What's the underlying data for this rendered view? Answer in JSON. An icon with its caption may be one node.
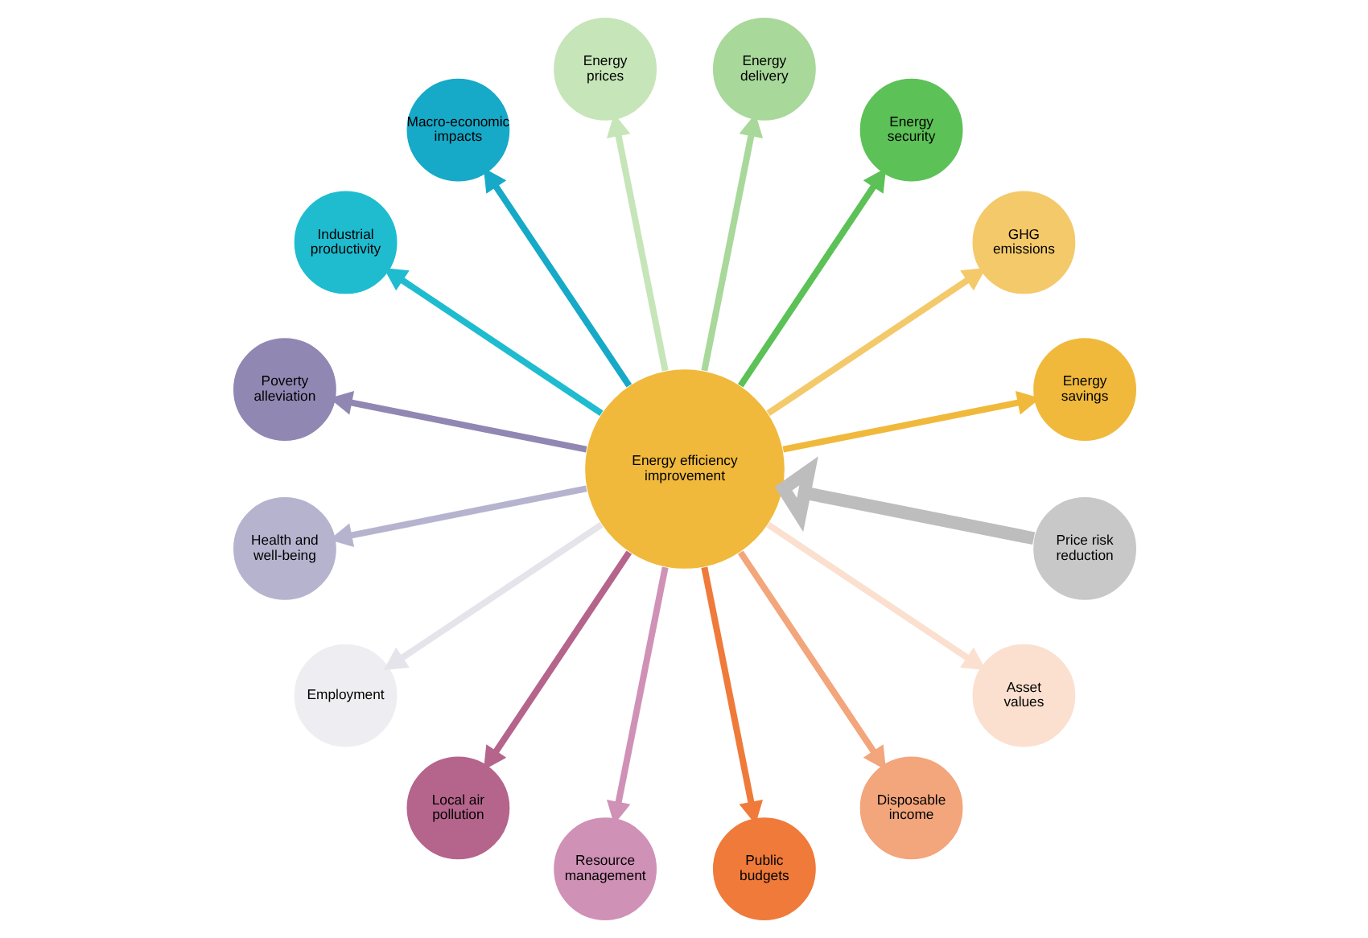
{
  "diagram": {
    "nodes": [
      {
        "text": [
          "Energy efficiency improvement"
        ]
      },
      {
        "text": [
          "Energy savings"
        ]
      },
      {
        "text": [
          "GHG emissions"
        ]
      },
      {
        "text": [
          "Energy security"
        ]
      },
      {
        "text": [
          "Energy delivery"
        ]
      },
      {
        "text": [
          "Energy prices"
        ]
      },
      {
        "text": [
          "Macro-economic impacts"
        ]
      },
      {
        "text": [
          "Industrial productivity"
        ]
      },
      {
        "text": [
          "Poverty alleviation"
        ]
      },
      {
        "text": [
          "Health and well-being"
        ]
      },
      {
        "text": [
          "Employment"
        ]
      },
      {
        "text": [
          "Local air pollution"
        ]
      },
      {
        "text": [
          "Resource management"
        ]
      },
      {
        "text": [
          "Public budgets"
        ]
      },
      {
        "text": [
          "Disposable income"
        ]
      },
      {
        "text": [
          "Asset values"
        ]
      },
      {
        "text": [
          "Price risk reduction"
        ]
      }
    ],
    "edges": [
      {
        "from": 0,
        "to": 1,
        "arrow": "to",
        "color": "#f0b93c"
      },
      {
        "from": 0,
        "to": 2,
        "arrow": "to",
        "color": "#f4c96a"
      },
      {
        "from": 0,
        "to": 3,
        "arrow": "to",
        "color": "#5cc157"
      },
      {
        "from": 0,
        "to": 4,
        "arrow": "to",
        "color": "#a8d89a"
      },
      {
        "from": 0,
        "to": 5,
        "arrow": "to",
        "color": "#c6e5b8"
      },
      {
        "from": 0,
        "to": 6,
        "arrow": "to",
        "color": "#17a9c8"
      },
      {
        "from": 0,
        "to": 7,
        "arrow": "to",
        "color": "#1fbcd0"
      },
      {
        "from": 0,
        "to": 8,
        "arrow": "to",
        "color": "#9187b3"
      },
      {
        "from": 0,
        "to": 9,
        "arrow": "to",
        "color": "#b6b3cf"
      },
      {
        "from": 0,
        "to": 10,
        "arrow": "to",
        "color": "#e4e4ea"
      },
      {
        "from": 0,
        "to": 11,
        "arrow": "to",
        "color": "#b5648c"
      },
      {
        "from": 0,
        "to": 12,
        "arrow": "to",
        "color": "#d091b6"
      },
      {
        "from": 0,
        "to": 13,
        "arrow": "to",
        "color": "#ef7a3a"
      },
      {
        "from": 0,
        "to": 14,
        "arrow": "to",
        "color": "#f3a57c"
      },
      {
        "from": 0,
        "to": 15,
        "arrow": "to",
        "color": "#fbe0cf"
      },
      {
        "from": 16,
        "to": 0,
        "arrow": "to",
        "style": "thick",
        "color": "#bdbdbd"
      }
    ]
  }
}
